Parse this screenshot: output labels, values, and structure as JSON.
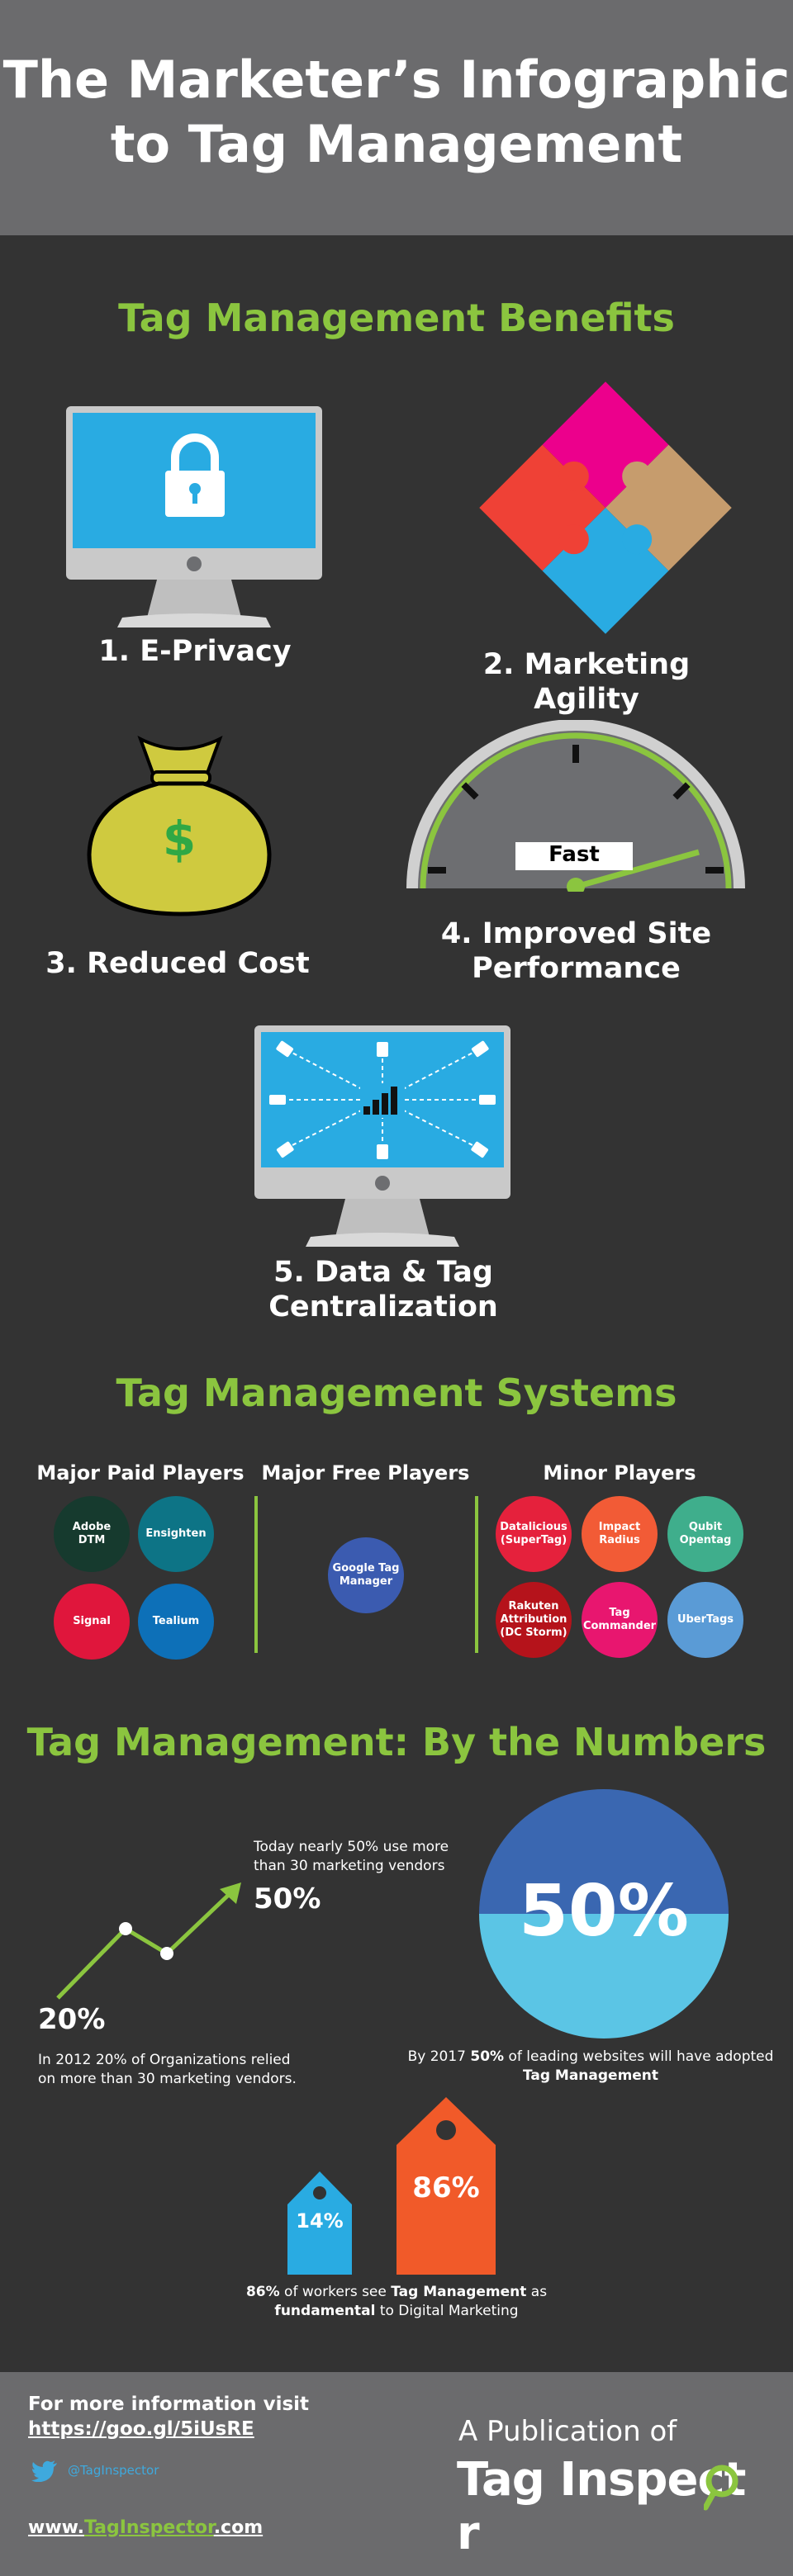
{
  "header": {
    "title_line1": "The Marketer’s Infographic",
    "title_line2": "to Tag Management"
  },
  "benefits": {
    "title": "Tag Management Benefits",
    "items": [
      {
        "label": "1. E-Privacy"
      },
      {
        "label": "2. Marketing Agility"
      },
      {
        "label": "3. Reduced Cost"
      },
      {
        "label_line1": "4. Improved Site",
        "label_line2": "Performance",
        "gauge_text": "Fast"
      },
      {
        "label_line1": "5. Data & Tag",
        "label_line2": "Centralization"
      }
    ],
    "money_symbol": "$"
  },
  "systems": {
    "title": "Tag Management Systems",
    "paid": {
      "heading": "Major Paid Players",
      "players": [
        {
          "name": "Adobe DTM",
          "line1": "Adobe",
          "line2": "DTM",
          "color": "#163a2e"
        },
        {
          "name": "Ensighten",
          "line1": "Ensighten",
          "line2": "",
          "color": "#0d7486"
        },
        {
          "name": "Signal",
          "line1": "Signal",
          "line2": "",
          "color": "#e0163c"
        },
        {
          "name": "Tealium",
          "line1": "Tealium",
          "line2": "",
          "color": "#0d70b8"
        }
      ]
    },
    "free": {
      "heading": "Major Free Players",
      "players": [
        {
          "line1": "Google Tag",
          "line2": "Manager",
          "color": "#3b5bb0"
        }
      ]
    },
    "minor": {
      "heading": "Minor Players",
      "players": [
        {
          "line1": "Datalicious",
          "line2": "(SuperTag)",
          "line3": "",
          "color": "#e5213c"
        },
        {
          "line1": "Impact",
          "line2": "Radius",
          "line3": "",
          "color": "#f25b36"
        },
        {
          "line1": "Qubit",
          "line2": "Opentag",
          "line3": "",
          "color": "#3fae8c"
        },
        {
          "line1": "Rakuten",
          "line2": "Attribution",
          "line3": "(DC Storm)",
          "color": "#b5131b"
        },
        {
          "line1": "Tag",
          "line2": "Commander",
          "line3": "",
          "color": "#e8166f"
        },
        {
          "line1": "UberTags",
          "line2": "",
          "line3": "",
          "color": "#5a9bd6"
        }
      ]
    }
  },
  "numbers": {
    "title": "Tag Management: By the Numbers",
    "line_chart": {
      "start_value": "20%",
      "end_value": "50%",
      "top_text_line1": "Today nearly 50% use more",
      "top_text_line2": "than 30 marketing vendors",
      "bottom_text_line1": "In 2012 20% of Organizations relied",
      "bottom_text_line2": "on more than 30 marketing vendors."
    },
    "circle": {
      "value": "50%",
      "text_pre": "By 2017 ",
      "text_bold": "50%",
      "text_post": " of leading websites will have adopted",
      "text_line2": "Tag Management"
    },
    "tags": {
      "small": "14%",
      "large": "86%",
      "caption_bold1": "86%",
      "caption_mid1": " of workers see ",
      "caption_bold2": "Tag Management",
      "caption_end1": " as",
      "caption_bold3": "fundamental",
      "caption_end2": " to Digital Marketing"
    }
  },
  "footer": {
    "info_line1": "For more information visit",
    "info_link": "https://goo.gl/5iUsRE",
    "twitter_handle": "@TagInspector",
    "site_pre": "www.",
    "site_mid": "TagInspector",
    "site_post": ".com",
    "publication": "A Publication of",
    "brand_pre": "Tag Inspect",
    "brand_post": "r"
  },
  "colors": {
    "green": "#8bc53f",
    "blue": "#29abe2",
    "dark_bg": "#333333",
    "header_bg": "#6b6b6d"
  }
}
